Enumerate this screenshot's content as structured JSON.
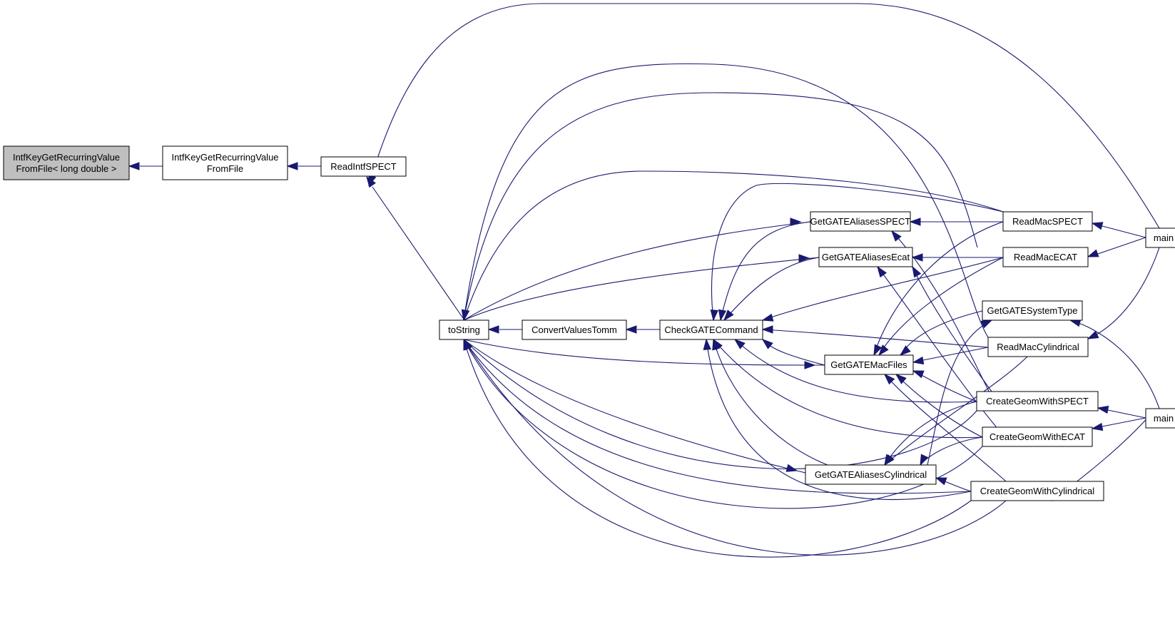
{
  "graph": {
    "colors": {
      "edge": "#191970",
      "node_fill": "#ffffff",
      "current_node_fill": "#bfbfbf",
      "border": "#000000"
    },
    "nodes": [
      {
        "id": "n_lngdbl",
        "lines": [
          "IntfKeyGetRecurringValue",
          "FromFile< long double >"
        ],
        "current": true
      },
      {
        "id": "n_recur",
        "lines": [
          "IntfKeyGetRecurringValue",
          "FromFile"
        ]
      },
      {
        "id": "n_readintf",
        "lines": [
          "ReadIntfSPECT"
        ]
      },
      {
        "id": "n_tostring",
        "lines": [
          "toString"
        ]
      },
      {
        "id": "n_convert",
        "lines": [
          "ConvertValuesTomm"
        ]
      },
      {
        "id": "n_check",
        "lines": [
          "CheckGATECommand"
        ]
      },
      {
        "id": "n_aspect",
        "lines": [
          "GetGATEAliasesSPECT"
        ]
      },
      {
        "id": "n_aecat",
        "lines": [
          "GetGATEAliasesEcat"
        ]
      },
      {
        "id": "n_macfiles",
        "lines": [
          "GetGATEMacFiles"
        ]
      },
      {
        "id": "n_acyl",
        "lines": [
          "GetGATEAliasesCylindrical"
        ]
      },
      {
        "id": "n_rmspect",
        "lines": [
          "ReadMacSPECT"
        ]
      },
      {
        "id": "n_rmecat",
        "lines": [
          "ReadMacECAT"
        ]
      },
      {
        "id": "n_systype",
        "lines": [
          "GetGATESystemType"
        ]
      },
      {
        "id": "n_rmcyl",
        "lines": [
          "ReadMacCylindrical"
        ]
      },
      {
        "id": "n_cgspect",
        "lines": [
          "CreateGeomWithSPECT"
        ]
      },
      {
        "id": "n_cgecat",
        "lines": [
          "CreateGeomWithECAT"
        ]
      },
      {
        "id": "n_cgcyl",
        "lines": [
          "CreateGeomWithCylindrical"
        ]
      },
      {
        "id": "n_main1",
        "lines": [
          "main"
        ]
      },
      {
        "id": "n_main2",
        "lines": [
          "main"
        ]
      }
    ]
  }
}
